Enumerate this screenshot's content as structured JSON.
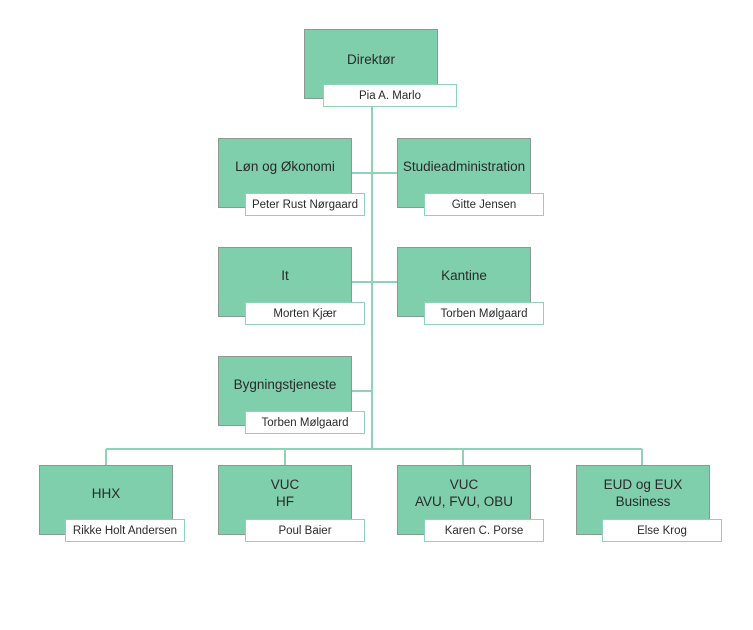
{
  "director": {
    "title": "Direktør",
    "name": "Pia A. Marlo"
  },
  "staff": [
    {
      "title": "Løn og Økonomi",
      "name": "Peter Rust Nørgaard"
    },
    {
      "title": "Studieadministration",
      "name": "Gitte Jensen"
    },
    {
      "title": "It",
      "name": "Morten Kjær"
    },
    {
      "title": "Kantine",
      "name": "Torben Mølgaard"
    },
    {
      "title": "Bygningstjeneste",
      "name": "Torben Mølgaard"
    }
  ],
  "departments": [
    {
      "title": "HHX",
      "name": "Rikke Holt Andersen"
    },
    {
      "title": "VUC\nHF",
      "name": "Poul Baier"
    },
    {
      "title": "VUC\nAVU, FVU, OBU",
      "name": "Karen C. Porse"
    },
    {
      "title": "EUD og EUX\nBusiness",
      "name": "Else Krog"
    }
  ],
  "colors": {
    "box_fill": "#7fcfac",
    "line": "#8ed2b8"
  }
}
